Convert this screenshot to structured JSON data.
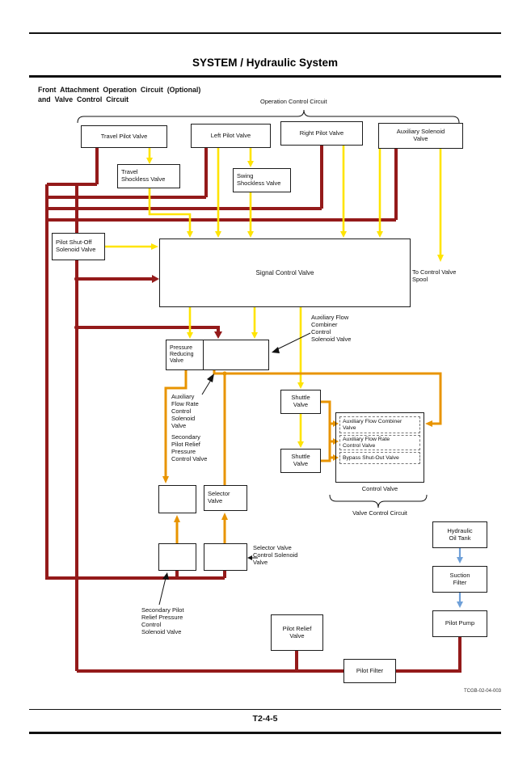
{
  "page": {
    "header_title": "SYSTEM / Hydraulic System",
    "subtitle": "Front Attachment Operation Circuit (Optional)\nand Valve Control Circuit",
    "footer_page_number": "T2-4-5",
    "figure_code": "TCGB-02-04-003"
  },
  "diagram": {
    "groups": {
      "operation_control_circuit": "Operation Control Circuit",
      "valve_control_circuit": "Valve Control Circuit",
      "control_valve": "Control Valve"
    },
    "boxes": {
      "travel_pilot_valve": "Travel Pilot Valve",
      "left_pilot_valve": "Left Pilot Valve",
      "right_pilot_valve": "Right Pilot Valve",
      "auxiliary_solenoid_valve": "Auxiliary Solenoid\nValve",
      "travel_shockless_valve": "Travel\nShockless Valve",
      "swing_shockless_valve": "Swing\nShockless Valve",
      "pilot_shutoff_solenoid_valve": "Pilot Shut-Off\nSolenoid Valve",
      "signal_control_valve": "Signal Control Valve",
      "pressure_reducing_valve": "Pressure\nReducing\nValve",
      "shuttle_valve_upper": "Shuttle\nValve",
      "shuttle_valve_lower": "Shuttle\nValve",
      "aux_flow_combiner_valve": "Auxiliary Flow Combiner\nValve",
      "aux_flow_rate_control_valve": "Auxiliary Flow Rate\nControl Valve",
      "bypass_shutout_valve": "Bypass Shut-Out Valve",
      "selector_valve": "Selector\nValve",
      "hydraulic_oil_tank": "Hydraulic\nOil Tank",
      "suction_filter": "Suction\nFilter",
      "pilot_pump": "Pilot Pump",
      "pilot_relief_valve": "Pilot Relief\nValve",
      "pilot_filter": "Pilot Filter"
    },
    "labels": {
      "to_control_valve_spool": "To Control Valve\nSpool",
      "aux_flow_combiner_solenoid": "Auxiliary Flow\nCombiner\nControl\nSolenoid Valve",
      "aux_flow_rate_solenoid": "Auxiliary\nFlow Rate\nControl\nSolenoid\nValve",
      "secondary_pilot_relief_valve": "Secondary\nPilot Relief\nPressure\nControl Valve",
      "selector_control_solenoid": "Selector Valve\nControl Solenoid\nValve",
      "secondary_pilot_relief_solenoid": "Secondary Pilot\nRelief Pressure\nControl\nSolenoid Valve"
    },
    "line_colors": {
      "primary_pilot_pressure": "#941a1a",
      "signal_pressure": "#ffe400",
      "secondary_pressure": "#e89400",
      "suction": "#6fa0d8"
    }
  }
}
